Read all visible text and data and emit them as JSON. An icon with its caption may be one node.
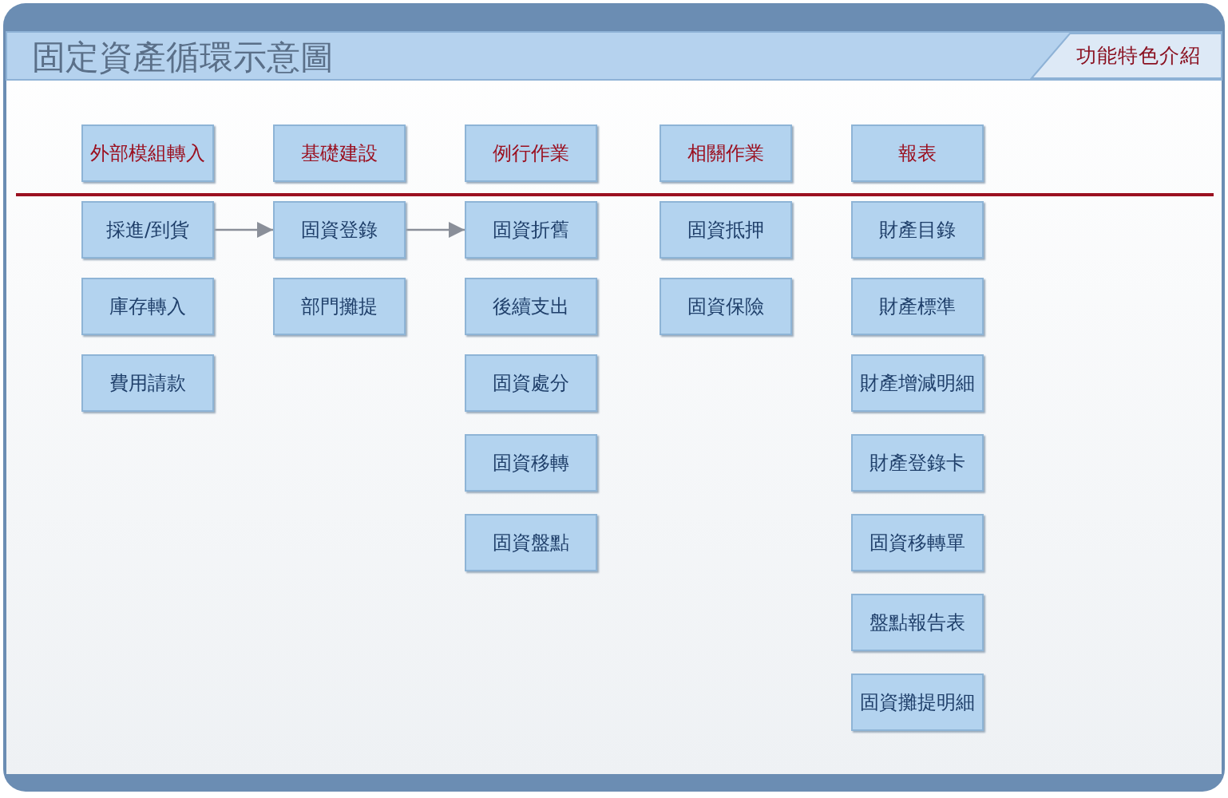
{
  "diagram": {
    "title": "固定資產循環示意圖",
    "nodes": [
      {
        "text": [
          "外部模組轉入"
        ]
      },
      {
        "text": [
          "基礎建設"
        ]
      },
      {
        "text": [
          "例行作業"
        ]
      },
      {
        "text": [
          "相關作業"
        ]
      },
      {
        "text": [
          "報表"
        ]
      },
      {
        "text": [
          "採進/到貨"
        ]
      },
      {
        "text": [
          "庫存轉入"
        ]
      },
      {
        "text": [
          "費用請款"
        ]
      },
      {
        "text": [
          "固資登錄"
        ]
      },
      {
        "text": [
          "部門攤提"
        ]
      },
      {
        "text": [
          "固資折舊"
        ]
      },
      {
        "text": [
          "後續支出"
        ]
      },
      {
        "text": [
          "固資處分"
        ]
      },
      {
        "text": [
          "固資移轉"
        ]
      },
      {
        "text": [
          "固資盤點"
        ]
      },
      {
        "text": [
          "固資抵押"
        ]
      },
      {
        "text": [
          "固資保險"
        ]
      },
      {
        "text": [
          "財產目錄"
        ]
      },
      {
        "text": [
          "財產標準"
        ]
      },
      {
        "text": [
          "財產增減明細"
        ]
      },
      {
        "text": [
          "財產登錄卡"
        ]
      },
      {
        "text": [
          "固資移轉單"
        ]
      },
      {
        "text": [
          "盤點報告表"
        ]
      },
      {
        "text": [
          "固資攤提明細"
        ]
      }
    ],
    "edges": [
      {
        "from": 5,
        "to": 8,
        "arrow": "to"
      },
      {
        "from": 8,
        "to": 10,
        "arrow": "to"
      }
    ],
    "labels": [
      "功能特色介紹"
    ]
  }
}
